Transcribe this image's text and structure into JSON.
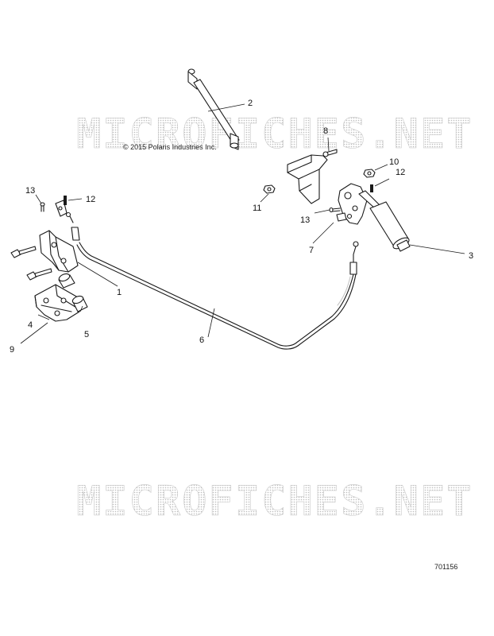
{
  "copyright": "© 2015 Polaris Industries Inc.",
  "drawing_id": "701156",
  "watermark": "MICROFICHES.NET",
  "callouts": {
    "c1": "1",
    "c2": "2",
    "c3": "3",
    "c4": "4",
    "c5": "5",
    "c6": "6",
    "c7": "7",
    "c8": "8",
    "c9": "9",
    "c10": "10",
    "c11": "11",
    "c12a": "12",
    "c12b": "12",
    "c13a": "13",
    "c13b": "13"
  }
}
